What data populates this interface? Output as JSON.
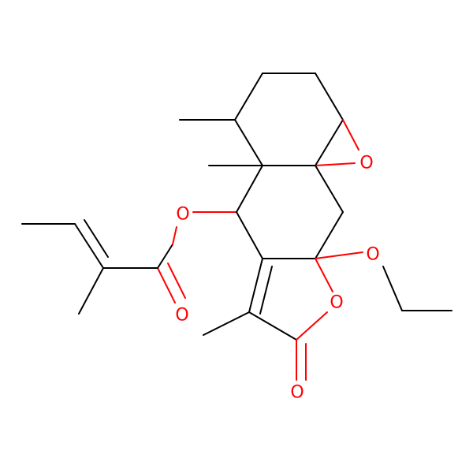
{
  "colors": {
    "background": "#ffffff",
    "carbon_bond": "#000000",
    "oxygen": "#ff0000"
  },
  "atoms": [
    {
      "id": "o-ester",
      "symbol": "O",
      "color": "oxygen"
    },
    {
      "id": "o-carbonyl-ester",
      "symbol": "O",
      "color": "oxygen"
    },
    {
      "id": "o-epoxide",
      "symbol": "O",
      "color": "oxygen"
    },
    {
      "id": "o-ethoxy",
      "symbol": "O",
      "color": "oxygen"
    },
    {
      "id": "o-lactone-ring",
      "symbol": "O",
      "color": "oxygen"
    },
    {
      "id": "o-lactone-carbonyl",
      "symbol": "O",
      "color": "oxygen"
    }
  ]
}
